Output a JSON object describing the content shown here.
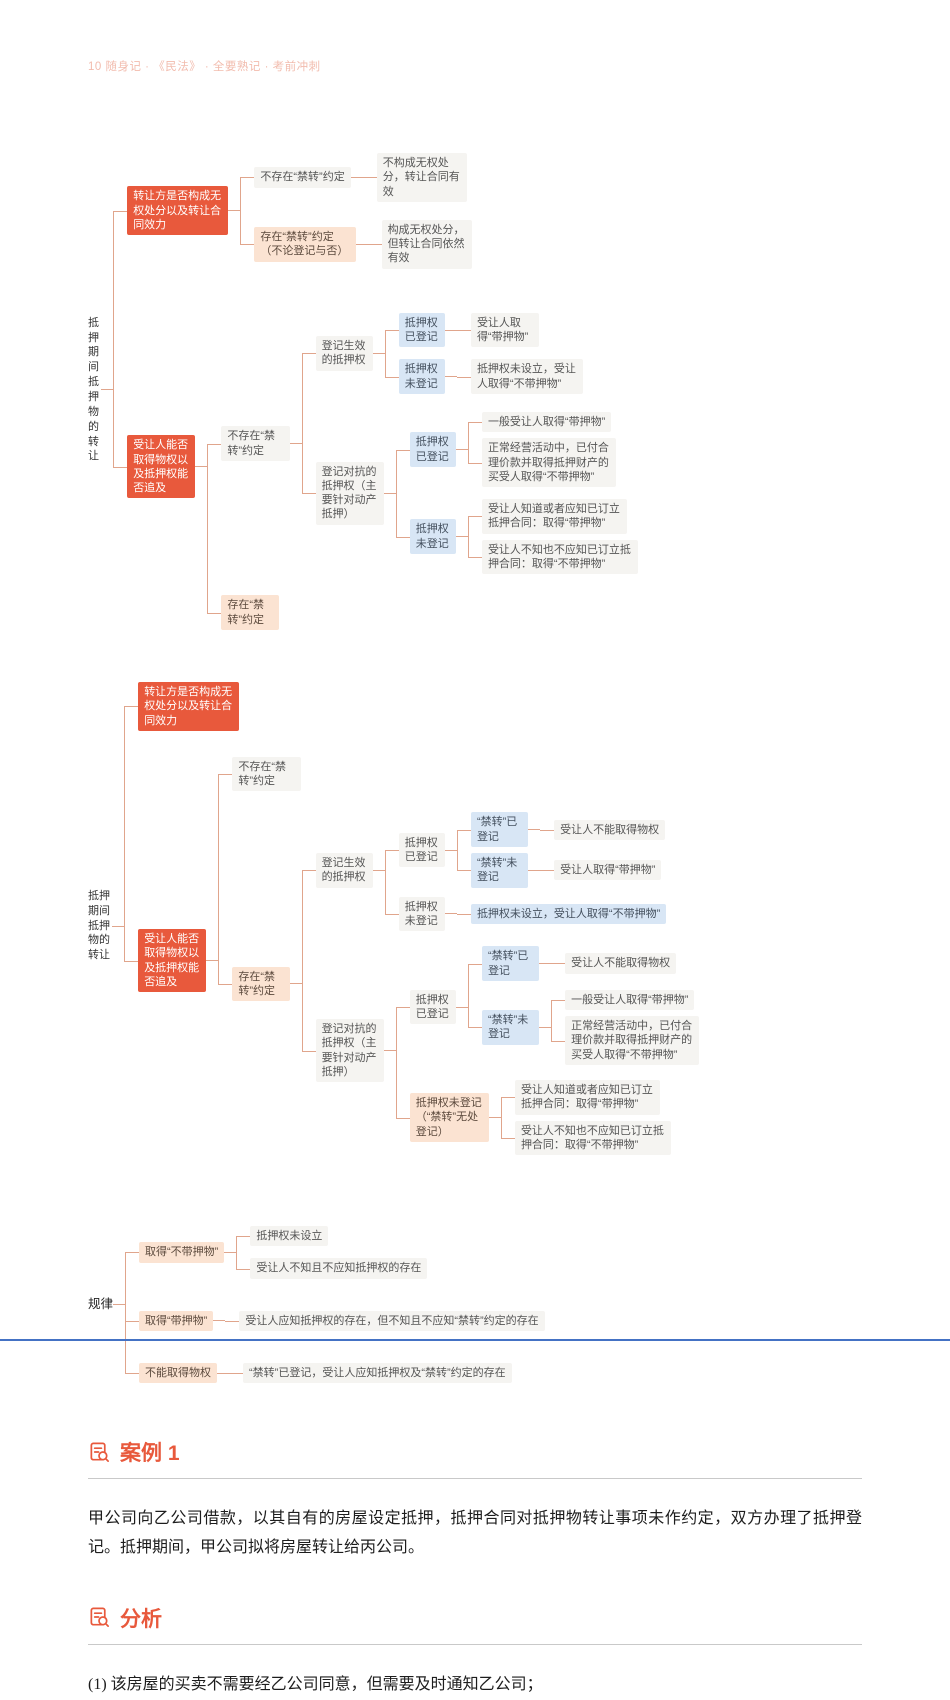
{
  "page": {
    "header_note": "10 随身记 · 《民法》 · 全要熟记 · 考前冲刺"
  },
  "colors": {
    "accent": "#e8593c",
    "peach": "#fbe3d2",
    "blue": "#d8e6f5",
    "gray_box": "#f5f4f1",
    "connector": "#e0a58c",
    "bottom_border": "#4472c4"
  },
  "icons": {
    "section_heading": "document-search-icon"
  },
  "map1": {
    "text": "抵押期间抵押物的转让",
    "cls": "vlabel",
    "w": 1.2,
    "children": [
      {
        "text": "转让方是否构成无权处分以及转让合同效力",
        "cls": "orange",
        "w": 9.2,
        "children": [
          {
            "text": "不存在“禁转”约定",
            "cls": "gray",
            "children": [
              {
                "text": "不构成无权处分，转让合同有效",
                "cls": "leaf",
                "w": 8.2
              }
            ]
          },
          {
            "text": "存在“禁转”约定（不论登记与否）",
            "cls": "peach",
            "w": 9.2,
            "children": [
              {
                "text": "构成无权处分，但转让合同依然有效",
                "cls": "leaf",
                "w": 8.2
              }
            ]
          }
        ]
      },
      {
        "text": "受让人能否取得物权以及抵押权能否追及",
        "cls": "orange",
        "w": 6.2,
        "children": [
          {
            "text": "不存在“禁转”约定",
            "cls": "gray",
            "w": 6.2,
            "children": [
              {
                "text": "登记生效的抵押权",
                "cls": "gray",
                "w": 5.2,
                "children": [
                  {
                    "text": "抵押权已登记",
                    "cls": "blue",
                    "w": 4.2,
                    "children": [
                      {
                        "text": "受让人取得“带押物”",
                        "cls": "leaf",
                        "w": 6.2
                      }
                    ]
                  },
                  {
                    "text": "抵押权未登记",
                    "cls": "blue",
                    "w": 4.2,
                    "children": [
                      {
                        "text": "抵押权未设立，受让人取得“不带押物”",
                        "cls": "leaf",
                        "w": 10.2
                      }
                    ]
                  }
                ]
              },
              {
                "text": "登记对抗的抵押权（主要针对动产抵押）",
                "cls": "gray",
                "w": 6.2,
                "children": [
                  {
                    "text": "抵押权已登记",
                    "cls": "blue",
                    "w": 4.2,
                    "children": [
                      {
                        "text": "一般受让人取得“带押物”",
                        "cls": "leaf"
                      },
                      {
                        "text": "正常经营活动中，已付合理价款并取得抵押财产的买受人取得“不带押物”",
                        "cls": "leaf",
                        "w": 12.2
                      }
                    ]
                  },
                  {
                    "text": "抵押权未登记",
                    "cls": "blue",
                    "w": 4.2,
                    "children": [
                      {
                        "text": "受让人知道或者应知已订立抵押合同：取得“带押物”",
                        "cls": "leaf",
                        "w": 13.2
                      },
                      {
                        "text": "受让人不知也不应知已订立抵押合同：取得“不带押物”",
                        "cls": "leaf",
                        "w": 14.2
                      }
                    ]
                  }
                ]
              }
            ]
          },
          {
            "text": "存在“禁转”约定",
            "cls": "peach",
            "w": 5.2
          }
        ]
      }
    ]
  },
  "map2": {
    "text": "抵押期间抵押物的转让",
    "cls": "vlabel",
    "w": 2.2,
    "children": [
      {
        "text": "转让方是否构成无权处分以及转让合同效力",
        "cls": "orange",
        "w": 9.2
      },
      {
        "text": "受让人能否取得物权以及抵押权能否追及",
        "cls": "orange",
        "w": 6.2,
        "children": [
          {
            "text": "不存在“禁转”约定",
            "cls": "gray",
            "w": 6.2
          },
          {
            "text": "存在“禁转”约定",
            "cls": "peach",
            "w": 5.2,
            "children": [
              {
                "text": "登记生效的抵押权",
                "cls": "gray",
                "w": 5.2,
                "children": [
                  {
                    "text": "抵押权已登记",
                    "cls": "gray",
                    "w": 4.2,
                    "children": [
                      {
                        "text": "“禁转”已登记",
                        "cls": "blue",
                        "w": 5.2,
                        "children": [
                          {
                            "text": "受让人不能取得物权",
                            "cls": "leaf"
                          }
                        ]
                      },
                      {
                        "text": "“禁转”未登记",
                        "cls": "blue",
                        "w": 5.2,
                        "children": [
                          {
                            "text": "受让人取得“带押物”",
                            "cls": "leaf"
                          }
                        ]
                      }
                    ]
                  },
                  {
                    "text": "抵押权未登记",
                    "cls": "gray",
                    "w": 4.2,
                    "children": [
                      {
                        "text": "抵押权未设立，受让人取得“不带押物”",
                        "cls": "blue"
                      }
                    ]
                  }
                ]
              },
              {
                "text": "登记对抗的抵押权（主要针对动产抵押）",
                "cls": "gray",
                "w": 6.2,
                "children": [
                  {
                    "text": "抵押权已登记",
                    "cls": "gray",
                    "w": 4.2,
                    "children": [
                      {
                        "text": "“禁转”已登记",
                        "cls": "blue",
                        "w": 5.2,
                        "children": [
                          {
                            "text": "受让人不能取得物权",
                            "cls": "leaf"
                          }
                        ]
                      },
                      {
                        "text": "“禁转”未登记",
                        "cls": "blue",
                        "w": 5.2,
                        "children": [
                          {
                            "text": "一般受让人取得“带押物”",
                            "cls": "leaf"
                          },
                          {
                            "text": "正常经营活动中，已付合理价款并取得抵押财产的买受人取得“不带押物”",
                            "cls": "leaf",
                            "w": 12.2
                          }
                        ]
                      }
                    ]
                  },
                  {
                    "text": "抵押权未登记（“禁转”无处登记）",
                    "cls": "peach",
                    "w": 7.2,
                    "children": [
                      {
                        "text": "受让人知道或者应知已订立抵押合同：取得“带押物”",
                        "cls": "leaf",
                        "w": 13.2
                      },
                      {
                        "text": "受让人不知也不应知已订立抵押合同：取得“不带押物”",
                        "cls": "leaf",
                        "w": 14.2
                      }
                    ]
                  }
                ]
              }
            ]
          }
        ]
      }
    ]
  },
  "map3": {
    "text": "规律",
    "cls": "root",
    "children": [
      {
        "text": "取得“不带押物”",
        "cls": "peach",
        "children": [
          {
            "text": "抵押权未设立",
            "cls": "leaf"
          },
          {
            "text": "受让人不知且不应知抵押权的存在",
            "cls": "leaf"
          }
        ]
      },
      {
        "text": "取得“带押物”",
        "cls": "peach",
        "children": [
          {
            "text": "受让人应知抵押权的存在，但不知且不应知“禁转”约定的存在",
            "cls": "leaf"
          }
        ]
      },
      {
        "text": "不能取得物权",
        "cls": "peach",
        "children": [
          {
            "text": "“禁转”已登记，受让人应知抵押权及“禁转”约定的存在",
            "cls": "leaf"
          }
        ]
      }
    ]
  },
  "case1": {
    "heading": "案例 1",
    "body": "甲公司向乙公司借款，以其自有的房屋设定抵押，抵押合同对抵押物转让事项未作约定，双方办理了抵押登记。抵押期间，甲公司拟将房屋转让给丙公司。"
  },
  "analysis": {
    "heading": "分析",
    "item1": "(1) 该房屋的买卖不需要经乙公司同意，但需要及时通知乙公司；"
  }
}
